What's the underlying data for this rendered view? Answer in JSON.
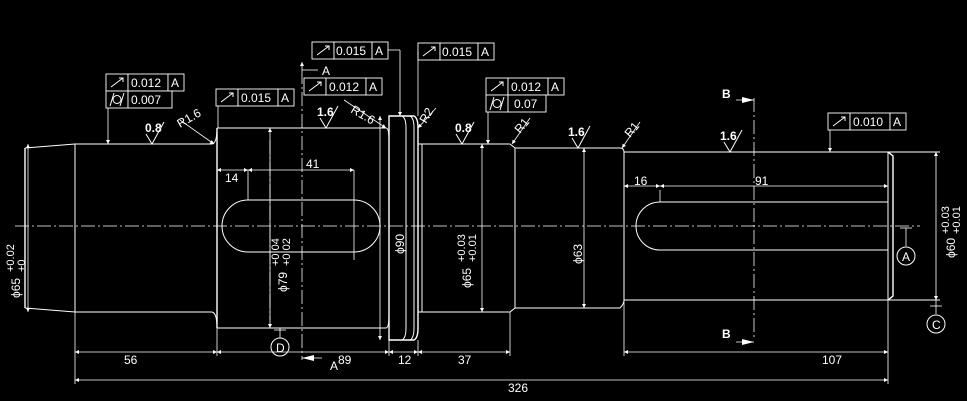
{
  "dimensions": {
    "overall_length": "326",
    "len_left_journal": "56",
    "len_keyway_section": "89",
    "len_collar": "12",
    "len_middle_journal": "37",
    "len_right_section": "107",
    "keyway1_offset": "14",
    "keyway1_length": "41",
    "keyway2_offset": "16",
    "keyway2_length": "91",
    "dia_left": "ϕ65",
    "dia_left_tol_upper": "+0.02",
    "dia_left_tol_lower": "+0",
    "dia_keyway_section": "ϕ79",
    "dia_keyway_tol_upper": "+0.04",
    "dia_keyway_tol_lower": "+0.02",
    "dia_collar": "ϕ90",
    "dia_middle": "ϕ65",
    "dia_middle_tol_upper": "+0.03",
    "dia_middle_tol_lower": "+0.01",
    "dia_step": "ϕ63",
    "dia_right": "ϕ60",
    "dia_right_tol_upper": "+0.03",
    "dia_right_tol_lower": "+0.01"
  },
  "radii": {
    "r1": "R1.6",
    "r2": "R1.6",
    "r3": "R2",
    "r4": "R1",
    "r5": "R1"
  },
  "roughness": {
    "s1": "0.8",
    "s2": "1.6",
    "s3": "0.8",
    "s4": "1.6",
    "s5": "1.6"
  },
  "tolerance_frames": [
    {
      "value": "0.012",
      "datum": "A"
    },
    {
      "value": "0.007"
    },
    {
      "value": "0.015",
      "datum": "A"
    },
    {
      "value": "0.015",
      "datum": "A"
    },
    {
      "value": "0.012",
      "datum": "A"
    },
    {
      "value": "0.015",
      "datum": "A"
    },
    {
      "value": "0.012",
      "datum": "A"
    },
    {
      "value": "0.07"
    },
    {
      "value": "0.010",
      "datum": "A"
    }
  ],
  "datums": {
    "a": "A",
    "c": "C",
    "d": "D"
  },
  "section_labels": {
    "a_top": "A",
    "a_bottom": "A",
    "b_top": "B",
    "b_bottom": "B"
  },
  "colors": {
    "background": "#000000",
    "lines": "#ffffff"
  }
}
